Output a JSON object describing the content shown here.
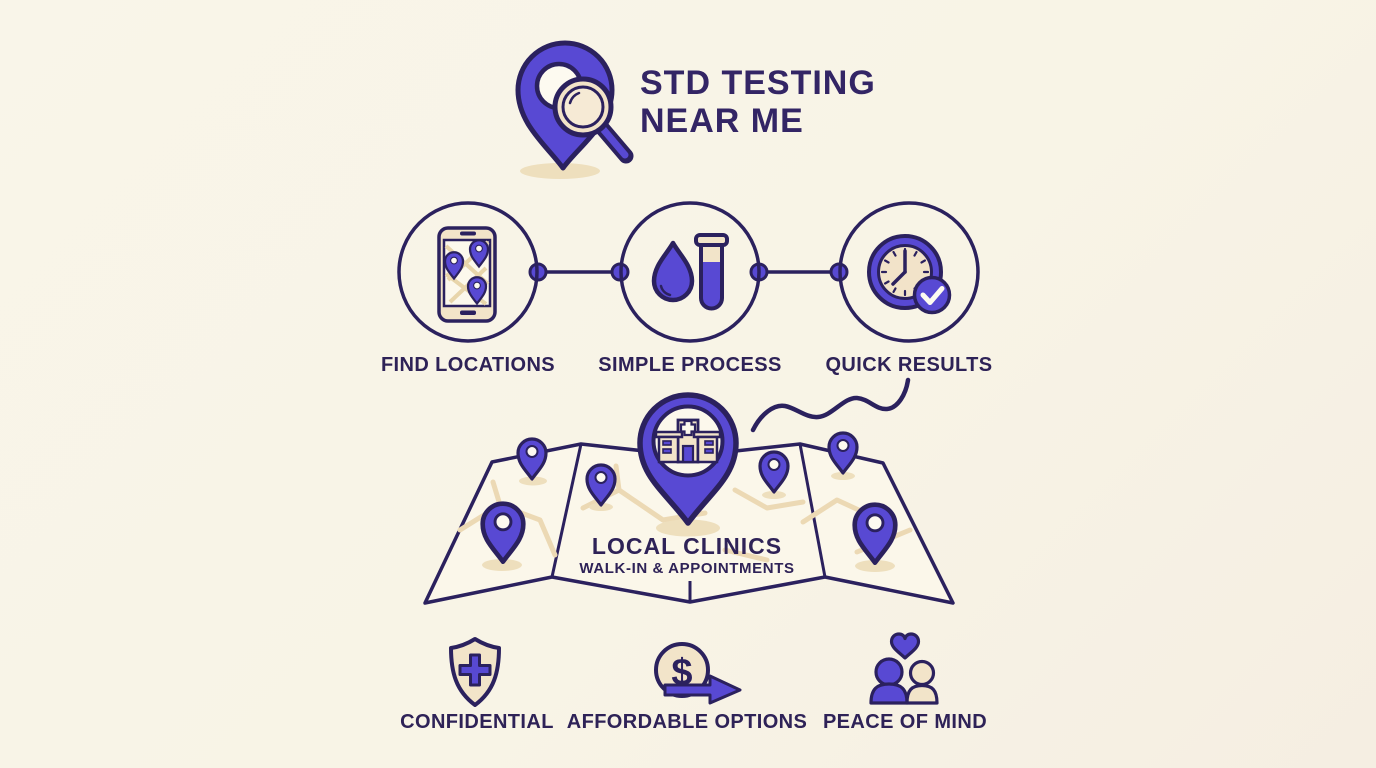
{
  "meta": {
    "background": "#f8f4e6",
    "accent_purple": "#5849d3",
    "outline_navy": "#2b215e",
    "icon_cream": "#f2e4c9",
    "road_tan": "#ecd9b4"
  },
  "header": {
    "icon": "location-pin-magnifier-icon",
    "title_line1": "STD TESTING",
    "title_line2": "NEAR ME"
  },
  "steps": [
    {
      "icon": "phone-map-icon",
      "label": "FIND LOCATIONS"
    },
    {
      "icon": "droplet-testtube-icon",
      "label": "SIMPLE PROCESS"
    },
    {
      "icon": "clock-check-icon",
      "label": "QUICK RESULTS"
    }
  ],
  "map": {
    "icon": "clinic-location-pin-icon",
    "title": "LOCAL CLINICS",
    "subtitle": "WALK-IN & APPOINTMENTS",
    "decoration": "wavy-route-line",
    "pin_count": 7
  },
  "features": [
    {
      "icon": "shield-cross-icon",
      "label": "CONFIDENTIAL"
    },
    {
      "icon": "dollar-arrow-icon",
      "symbol": "$",
      "label": "AFFORDABLE OPTIONS"
    },
    {
      "icon": "people-heart-icon",
      "label": "PEACE OF MIND"
    }
  ]
}
